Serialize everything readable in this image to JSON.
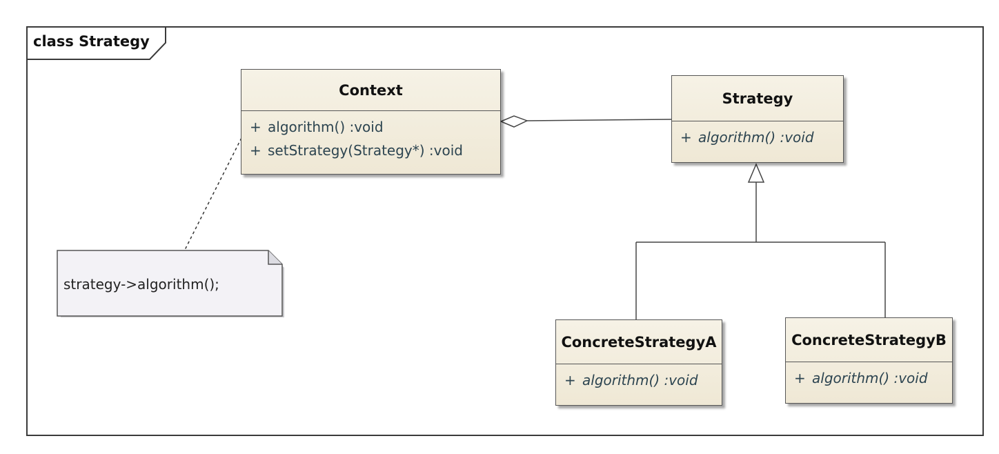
{
  "diagram": {
    "frame_label": "class Strategy",
    "classes": {
      "context": {
        "name": "Context",
        "operations": [
          {
            "visibility": "+",
            "signature": "algorithm()  :void",
            "abstract": false
          },
          {
            "visibility": "+",
            "signature": "setStrategy(Strategy*)  :void",
            "abstract": false
          }
        ]
      },
      "strategy": {
        "name": "Strategy",
        "operations": [
          {
            "visibility": "+",
            "signature": "algorithm()  :void",
            "abstract": true
          }
        ]
      },
      "concrete_a": {
        "name": "ConcreteStrategyA",
        "operations": [
          {
            "visibility": "+",
            "signature": "algorithm()  :void",
            "abstract": true
          }
        ]
      },
      "concrete_b": {
        "name": "ConcreteStrategyB",
        "operations": [
          {
            "visibility": "+",
            "signature": "algorithm()  :void",
            "abstract": true
          }
        ]
      }
    },
    "note": {
      "text": "strategy->algorithm();"
    },
    "relations": [
      {
        "type": "aggregation",
        "from": "Context",
        "to": "Strategy"
      },
      {
        "type": "generalization",
        "from": "ConcreteStrategyA",
        "to": "Strategy"
      },
      {
        "type": "generalization",
        "from": "ConcreteStrategyB",
        "to": "Strategy"
      },
      {
        "type": "note-anchor",
        "from": "note",
        "to": "Context"
      }
    ],
    "colors": {
      "class_fill": "#f3eedf",
      "note_fill": "#f3f2f6",
      "operation_text": "#2c4450"
    }
  }
}
